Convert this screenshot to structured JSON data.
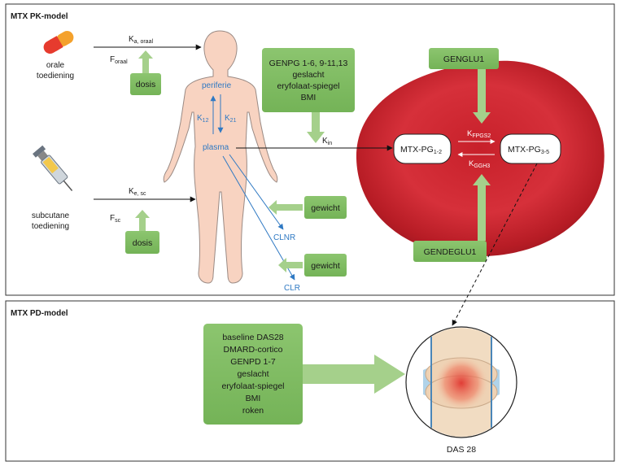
{
  "pk_panel": {
    "title": "MTX PK-model"
  },
  "pd_panel": {
    "title": "MTX PD-model"
  },
  "routes": {
    "oral": {
      "line1": "orale",
      "line2": "toediening",
      "k_main": "K",
      "k_sub": "a, oraal",
      "f_main": "F",
      "f_sub": "oraal",
      "dose": "dosis"
    },
    "sc": {
      "line1": "subcutane",
      "line2": "toediening",
      "k_main": "K",
      "k_sub": "e, sc",
      "f_main": "F",
      "f_sub": "sc",
      "dose": "dosis"
    }
  },
  "body": {
    "periferie": "periferie",
    "plasma": "plasma",
    "k12_main": "K",
    "k12_sub": "12",
    "k21_main": "K",
    "k21_sub": "21"
  },
  "clearance": {
    "clnr": "CLNR",
    "clr": "CLR",
    "gewicht1": "gewicht",
    "gewicht2": "gewicht"
  },
  "covariates_pk": [
    "GENPG 1-6, 9-11,13",
    "geslacht",
    "eryfolaat-spiegel",
    "BMI"
  ],
  "kin": {
    "main": "K",
    "sub": "in"
  },
  "rbc": {
    "genglu1": "GENGLU1",
    "gendeglu1": "GENDEGLU1",
    "pg12_main": "MTX-PG",
    "pg12_sub": "1-2",
    "pg35_main": "MTX-PG",
    "pg35_sub": "3-5",
    "kfpgs_main": "K",
    "kfpgs_sub": "FPGS2",
    "kggh_main": "K",
    "kggh_sub": "GGH3"
  },
  "covariates_pd": [
    "baseline DAS28",
    "DMARD-cortico",
    "GENPD 1-7",
    "geslacht",
    "eryfolaat-spiegel",
    "BMI",
    "roken"
  ],
  "joint": {
    "label": "DAS 28"
  },
  "colors": {
    "green": "#7dbb60",
    "green_light": "#a5d08b",
    "red": "#c8202a",
    "blue": "#2f79c3",
    "skin": "#f8d3c1"
  }
}
